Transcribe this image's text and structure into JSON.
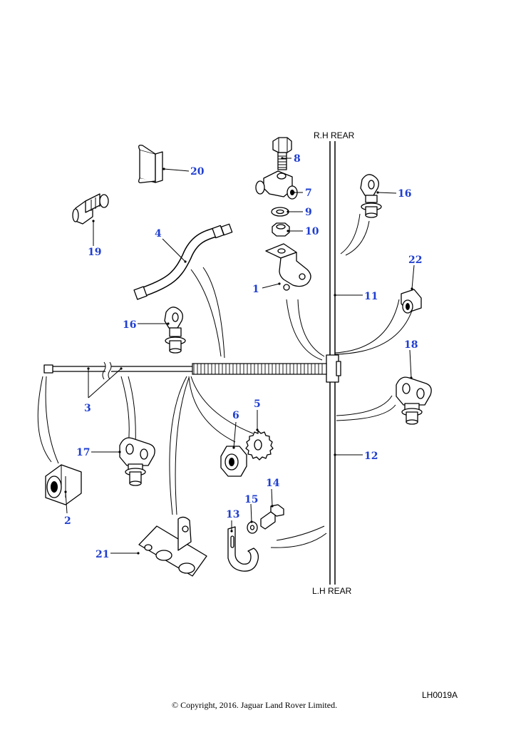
{
  "labels": {
    "rh_rear": "R.H REAR",
    "lh_rear": "L.H REAR"
  },
  "callouts": {
    "c1": "1",
    "c2": "2",
    "c3": "3",
    "c4": "4",
    "c5": "5",
    "c6": "6",
    "c7": "7",
    "c8": "8",
    "c9": "9",
    "c10": "10",
    "c11": "11",
    "c12": "12",
    "c13": "13",
    "c14": "14",
    "c15": "15",
    "c16a": "16",
    "c16b": "16",
    "c17": "17",
    "c18": "18",
    "c19": "19",
    "c20": "20",
    "c21": "21",
    "c22": "22"
  },
  "footer": {
    "code": "LH0019A",
    "copyright": "© Copyright, 2016. Jaguar Land Rover Limited."
  },
  "colors": {
    "callout": "#1f3ed1",
    "line": "#000000"
  }
}
